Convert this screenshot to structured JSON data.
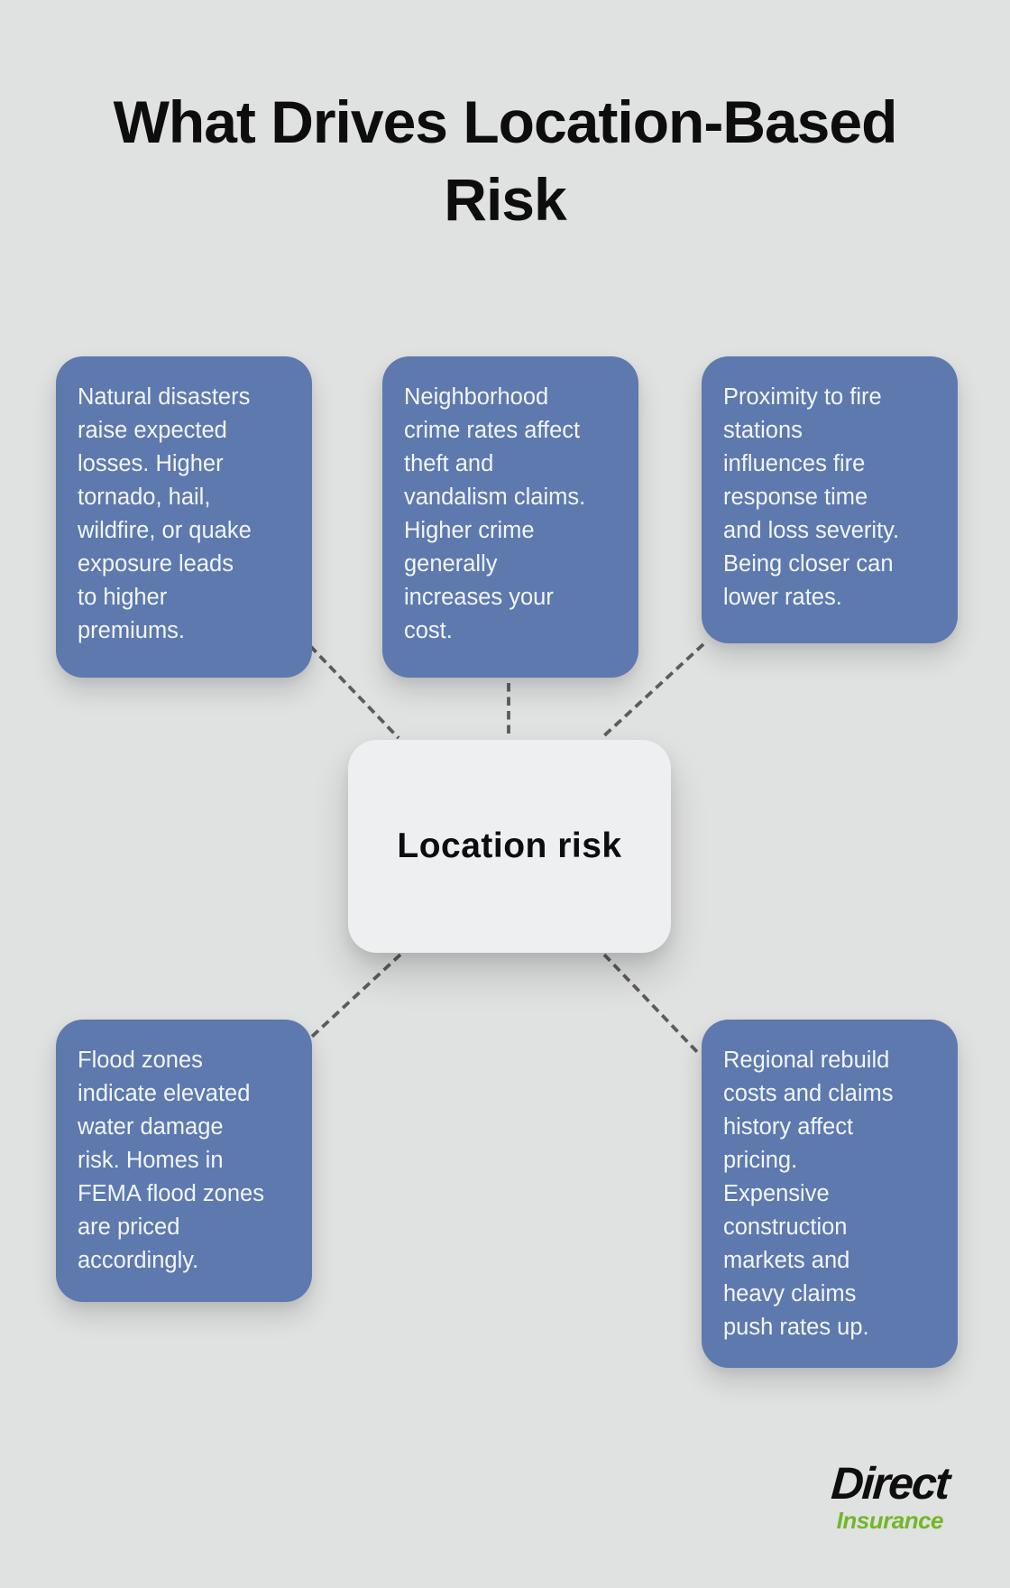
{
  "title": "What Drives Location-Based\nRisk",
  "center_label": "Location risk",
  "factors": [
    {
      "name": "natural-disasters",
      "text": "Natural disasters\nraise expected\nlosses. Higher\ntornado, hail,\nwildfire, or quake\nexposure leads\nto higher\npremiums."
    },
    {
      "name": "neighborhood-crime",
      "text": "Neighborhood\ncrime rates affect\ntheft and\nvandalism claims.\nHigher crime\ngenerally\nincreases your\ncost."
    },
    {
      "name": "fire-station-proximity",
      "text": "Proximity to fire\nstations\ninfluences fire\nresponse time\nand loss severity.\nBeing closer can\nlower rates."
    },
    {
      "name": "flood-zones",
      "text": "Flood zones\nindicate elevated\nwater damage\nrisk. Homes in\nFEMA flood zones\nare priced\naccordingly."
    },
    {
      "name": "regional-rebuild-costs",
      "text": "Regional rebuild\ncosts and claims\nhistory affect\npricing.\nExpensive\nconstruction\nmarkets and\nheavy claims\npush rates up."
    }
  ],
  "logo": {
    "primary": "Direct",
    "secondary": "Insurance"
  },
  "colors": {
    "background": "#e0e1e1",
    "node_bg": "#5d79ae",
    "node_text": "#f3f6fa",
    "center_bg": "#edeff1",
    "center_text": "#0d0d0e",
    "connector": "#5c5c5c",
    "title_color": "#0d0d0e",
    "logo_primary": "#0e0e0e",
    "logo_secondary": "#72b62a"
  }
}
